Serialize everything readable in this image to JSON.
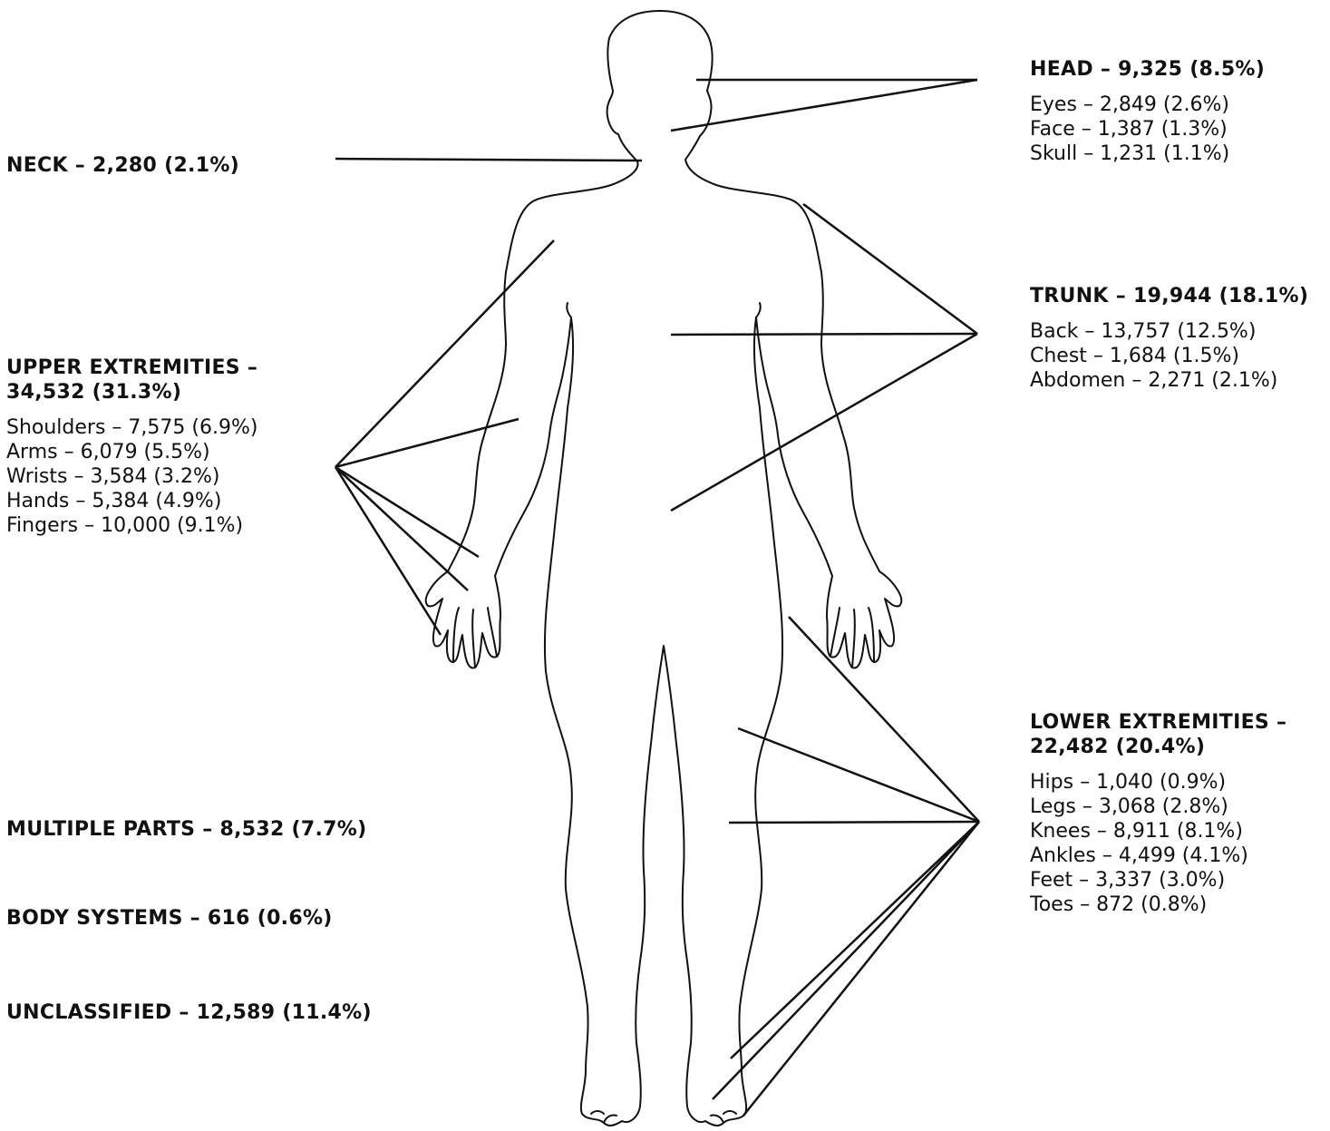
{
  "colors": {
    "line": "#111111",
    "text": "#111111",
    "background": "#ffffff"
  },
  "head": {
    "heading": "HEAD – 9,325 (8.5%)",
    "items": [
      "Eyes – 2,849 (2.6%)",
      "Face – 1,387 (1.3%)",
      "Skull – 1,231 (1.1%)"
    ]
  },
  "neck": {
    "heading": "NECK – 2,280 (2.1%)"
  },
  "trunk": {
    "heading": "TRUNK – 19,944 (18.1%)",
    "items": [
      "Back – 13,757 (12.5%)",
      "Chest – 1,684 (1.5%)",
      "Abdomen – 2,271 (2.1%)"
    ]
  },
  "upper": {
    "heading_line1": "UPPER EXTREMITIES –",
    "heading_line2": "34,532 (31.3%)",
    "items": [
      "Shoulders – 7,575 (6.9%)",
      "Arms – 6,079 (5.5%)",
      "Wrists – 3,584 (3.2%)",
      "Hands – 5,384 (4.9%)",
      "Fingers – 10,000 (9.1%)"
    ]
  },
  "lower": {
    "heading_line1": "LOWER EXTREMITIES –",
    "heading_line2": "22,482 (20.4%)",
    "items": [
      "Hips – 1,040 (0.9%)",
      "Legs – 3,068 (2.8%)",
      "Knees – 8,911 (8.1%)",
      "Ankles – 4,499 (4.1%)",
      "Feet – 3,337 (3.0%)",
      "Toes – 872 (0.8%)"
    ]
  },
  "multiple": {
    "heading": "MULTIPLE PARTS – 8,532 (7.7%)"
  },
  "systems": {
    "heading": "BODY SYSTEMS – 616 (0.6%)"
  },
  "unclassified": {
    "heading": "UNCLASSIFIED – 12,589 (11.4%)"
  }
}
